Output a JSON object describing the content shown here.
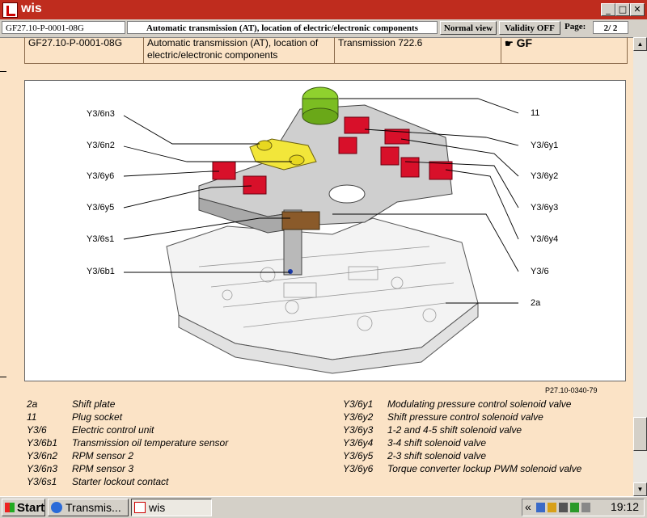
{
  "window": {
    "title": "wis"
  },
  "toolbar": {
    "doc_id": "GF27.10-P-0001-08G",
    "doc_title": "Automatic transmission (AT), location of electric/electronic components",
    "normal_view": "Normal view",
    "validity": "Validity OFF",
    "page_label": "Page:",
    "page_value": "2/ 2"
  },
  "header_row": {
    "doc_id": "GF27.10-P-0001-08G",
    "title_line1": "Automatic transmission (AT), location of",
    "title_line2": "electric/electronic components",
    "model": "Transmission 722.6",
    "code": "GF"
  },
  "figure": {
    "ref": "P27.10-0340-79",
    "left_labels": [
      "Y3/6n3",
      "Y3/6n2",
      "Y3/6y6",
      "Y3/6y5",
      "Y3/6s1",
      "Y3/6b1"
    ],
    "right_labels": [
      "11",
      "Y3/6y1",
      "Y3/6y2",
      "Y3/6y3",
      "Y3/6y4",
      "Y3/6",
      "2a"
    ]
  },
  "legend_left": [
    {
      "code": "2a",
      "text": "Shift plate"
    },
    {
      "code": "11",
      "text": "Plug socket"
    },
    {
      "code": "Y3/6",
      "text": "Electric control unit"
    },
    {
      "code": "Y3/6b1",
      "text": "Transmission oil temperature sensor"
    },
    {
      "code": "Y3/6n2",
      "text": "RPM sensor 2"
    },
    {
      "code": "Y3/6n3",
      "text": "RPM sensor 3"
    },
    {
      "code": "Y3/6s1",
      "text": "Starter lockout contact"
    }
  ],
  "legend_right": [
    {
      "code": "Y3/6y1",
      "text": "Modulating pressure control solenoid valve"
    },
    {
      "code": "Y3/6y2",
      "text": "Shift pressure control solenoid valve"
    },
    {
      "code": "Y3/6y3",
      "text": "1-2 and 4-5 shift solenoid valve"
    },
    {
      "code": "Y3/6y4",
      "text": "3-4 shift solenoid valve"
    },
    {
      "code": "Y3/6y5",
      "text": "2-3 shift solenoid valve"
    },
    {
      "code": "Y3/6y6",
      "text": "Torque converter lockup PWM solenoid valve"
    }
  ],
  "taskbar": {
    "start": "Start",
    "tasks": [
      "Transmis...",
      "wis"
    ],
    "clock": "19:12",
    "tray_chevron": "«"
  },
  "colors": {
    "titlebar": "#bf2c1e",
    "page_bg": "#fbe3c6",
    "solenoid": "#d8102a",
    "sensor": "#f2e63a",
    "socket": "#8fd12e"
  }
}
